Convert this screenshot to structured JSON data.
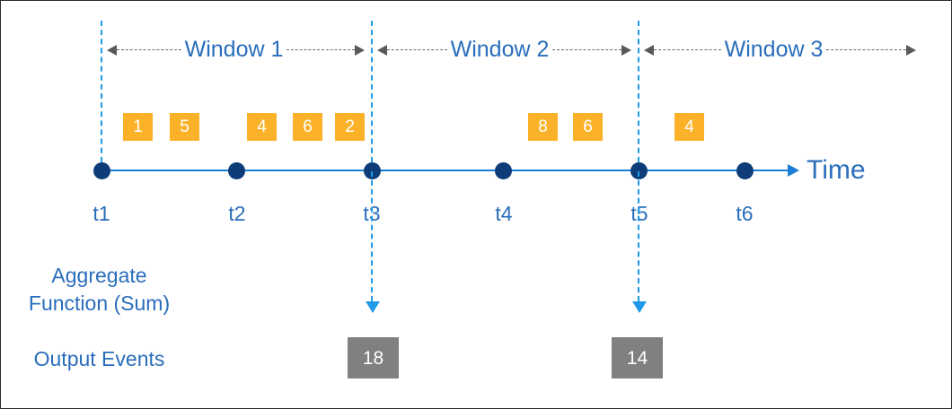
{
  "diagram": {
    "title_axis": "Time",
    "windows": [
      {
        "label": "Window 1"
      },
      {
        "label": "Window 2"
      },
      {
        "label": "Window 3"
      }
    ],
    "timeline": {
      "ticks": [
        {
          "label": "t1"
        },
        {
          "label": "t2"
        },
        {
          "label": "t3"
        },
        {
          "label": "t4"
        },
        {
          "label": "t5"
        },
        {
          "label": "t6"
        }
      ],
      "axis_label": "Time"
    },
    "events": [
      {
        "value": "1"
      },
      {
        "value": "5"
      },
      {
        "value": "4"
      },
      {
        "value": "6"
      },
      {
        "value": "2"
      },
      {
        "value": "8"
      },
      {
        "value": "6"
      },
      {
        "value": "4"
      }
    ],
    "captions": {
      "aggregate_line1": "Aggregate",
      "aggregate_line2": "Function (Sum)",
      "output_events": "Output Events"
    },
    "outputs": [
      {
        "value": "18"
      },
      {
        "value": "14"
      }
    ],
    "colors": {
      "event_box": "#fbb229",
      "output_box": "#808080",
      "timeline": "#1a7fd4",
      "dot": "#0d3c78",
      "text_blue": "#2a6ebb",
      "boundary_dash": "#1f9ae8",
      "bracket_dash": "#6b6b6b"
    }
  }
}
